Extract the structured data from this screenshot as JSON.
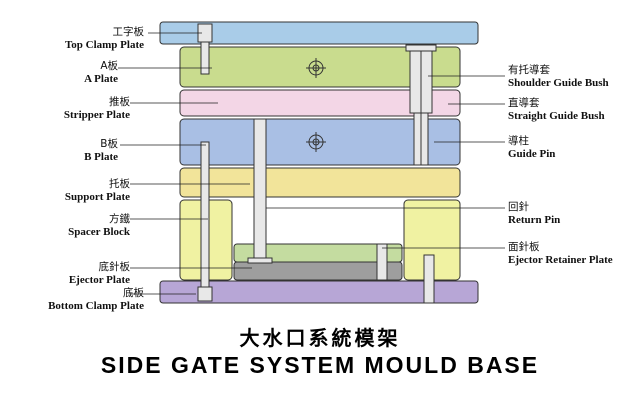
{
  "labels_left": [
    {
      "id": "top-clamp",
      "cn": "工字板",
      "en": "Top Clamp Plate"
    },
    {
      "id": "a-plate",
      "cn": "A板",
      "en": "A Plate"
    },
    {
      "id": "stripper",
      "cn": "推板",
      "en": "Stripper Plate"
    },
    {
      "id": "b-plate",
      "cn": "B板",
      "en": "B Plate"
    },
    {
      "id": "support",
      "cn": "托板",
      "en": "Support Plate"
    },
    {
      "id": "spacer",
      "cn": "方鐵",
      "en": "Spacer Block"
    },
    {
      "id": "ejector",
      "cn": "底針板",
      "en": "Ejector Plate"
    },
    {
      "id": "bottom-clamp",
      "cn": "底板",
      "en": "Bottom Clamp Plate"
    }
  ],
  "labels_right": [
    {
      "id": "shoulder-bush",
      "cn": "有托導套",
      "en": "Shoulder Guide Bush"
    },
    {
      "id": "straight-bush",
      "cn": "直導套",
      "en": "Straight Guide Bush"
    },
    {
      "id": "guide-pin",
      "cn": "導柱",
      "en": "Guide Pin"
    },
    {
      "id": "return-pin",
      "cn": "回針",
      "en": "Return Pin"
    },
    {
      "id": "ejector-retainer",
      "cn": "面針板",
      "en": "Ejector Retainer Plate"
    }
  ],
  "title": {
    "cn": "大水口系統模架",
    "en": "SIDE GATE SYSTEM MOULD BASE"
  },
  "colors": {
    "top_clamp": "#a9cce8",
    "a_plate": "#c9dc8e",
    "stripper": "#f3d6e6",
    "b_plate": "#a9bfe4",
    "support": "#f2e49a",
    "spacer": "#f0f2a2",
    "retainer": "#c4dca0",
    "ejector": "#9e9e9e",
    "bottom_clamp": "#b7a6d6",
    "pin": "#e8e8e8",
    "outline": "#333333"
  }
}
